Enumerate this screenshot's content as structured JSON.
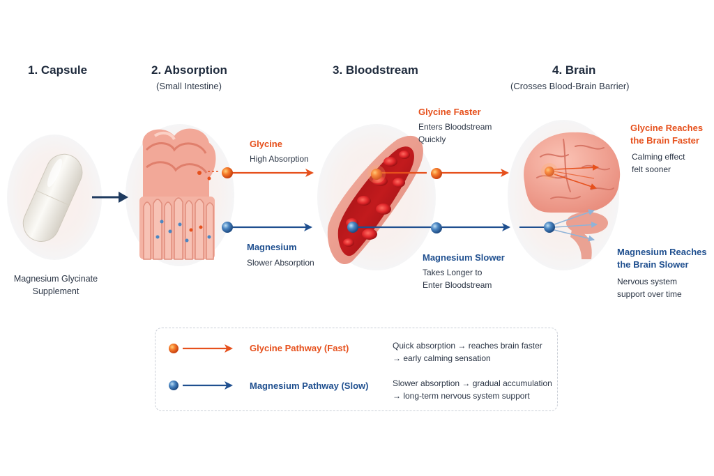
{
  "steps": [
    {
      "title": "1. Capsule",
      "subtitle": ""
    },
    {
      "title": "2. Absorption",
      "subtitle": "(Small Intestine)"
    },
    {
      "title": "3. Bloodstream",
      "subtitle": ""
    },
    {
      "title": "4. Brain",
      "subtitle": "(Crosses Blood-Brain Barrier)"
    }
  ],
  "capsule": {
    "caption_line1": "Magnesium Glycinate",
    "caption_line2": "Supplement"
  },
  "absorption": {
    "glycine_label": "Glycine",
    "glycine_desc": "High Absorption",
    "magnesium_label": "Magnesium",
    "magnesium_desc": "Slower Absorption"
  },
  "bloodstream": {
    "glycine_label": "Glycine Faster",
    "glycine_desc_line1": "Enters Bloodstream",
    "glycine_desc_line2": "Quickly",
    "magnesium_label": "Magnesium Slower",
    "magnesium_desc_line1": "Takes Longer to",
    "magnesium_desc_line2": "Enter Bloodstream"
  },
  "brain": {
    "glycine_label_line1": "Glycine Reaches",
    "glycine_label_line2": "the Brain Faster",
    "glycine_desc_line1": "Calming effect",
    "glycine_desc_line2": "felt sooner",
    "magnesium_label_line1": "Magnesium Reaches",
    "magnesium_label_line2": "the Brain Slower",
    "magnesium_desc_line1": "Nervous system",
    "magnesium_desc_line2": "support over time"
  },
  "legend": {
    "glycine_title": "Glycine Pathway (Fast)",
    "glycine_desc_line1": "Quick absorption → reaches brain faster",
    "glycine_desc_line2": "→ early calming sensation",
    "magnesium_title": "Magnesium Pathway (Slow)",
    "magnesium_desc_line1": "Slower absorption → gradual accumulation",
    "magnesium_desc_line2": "→ long-term nervous system support"
  },
  "colors": {
    "glycine": "#e6501c",
    "magnesium": "#1f4f8f",
    "arrow_dark": "#1e3a5f",
    "tissue": "#f2a898",
    "blood": "#c81e1e"
  },
  "icons": [
    "capsule-icon",
    "intestine-illustration",
    "blood-vessel-illustration",
    "brain-illustration"
  ]
}
